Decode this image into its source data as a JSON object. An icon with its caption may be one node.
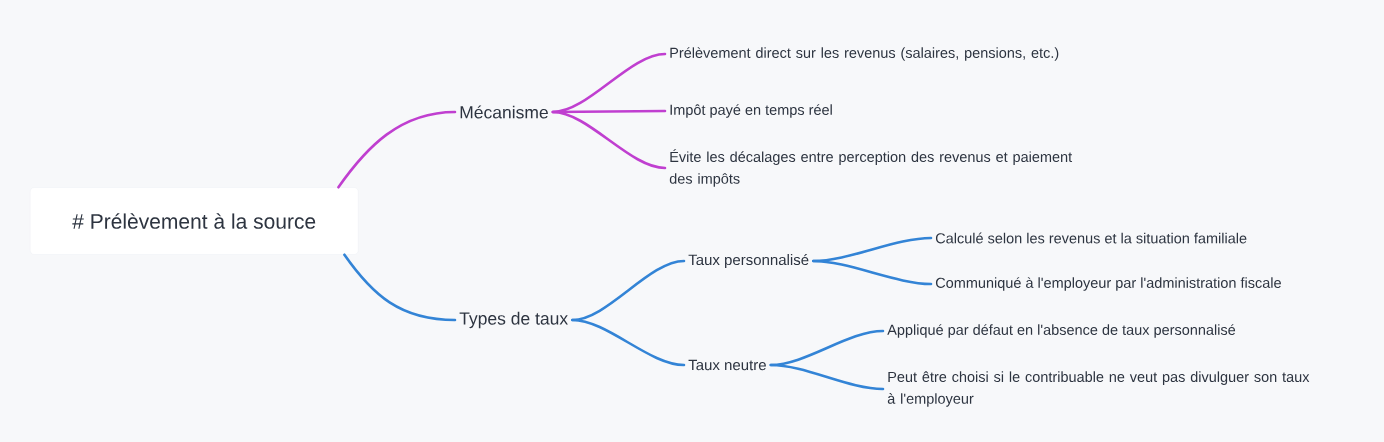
{
  "diagram": {
    "nodes": [
      {
        "text": [
          "# Prélèvement à la source"
        ]
      },
      {
        "text": [
          "Mécanisme"
        ]
      },
      {
        "text": [
          "Prélèvement direct sur les revenus (salaires, pensions, etc.)"
        ]
      },
      {
        "text": [
          "Impôt payé en temps réel"
        ]
      },
      {
        "text": [
          "Évite les décalages entre perception des revenus et paiement des impôts"
        ]
      },
      {
        "text": [
          "Types de taux"
        ]
      },
      {
        "text": [
          "Taux personnalisé"
        ]
      },
      {
        "text": [
          "Calculé selon les revenus et la situation familiale"
        ]
      },
      {
        "text": [
          "Communiqué à l'employeur par l'administration fiscale"
        ]
      },
      {
        "text": [
          "Taux neutre"
        ]
      },
      {
        "text": [
          "Appliqué par défaut en l'absence de taux personnalisé"
        ]
      },
      {
        "text": [
          "Peut être choisi si le contribuable ne veut pas divulguer son taux à l'employeur"
        ]
      }
    ],
    "edges": [
      {
        "from": 0,
        "to": 1,
        "arrow": "none",
        "color": "#c03fd0"
      },
      {
        "from": 1,
        "to": 2,
        "arrow": "none",
        "color": "#c03fd0"
      },
      {
        "from": 1,
        "to": 3,
        "arrow": "none",
        "color": "#c03fd0"
      },
      {
        "from": 1,
        "to": 4,
        "arrow": "none",
        "color": "#c03fd0"
      },
      {
        "from": 0,
        "to": 5,
        "arrow": "none"
      },
      {
        "from": 5,
        "to": 6,
        "arrow": "none"
      },
      {
        "from": 5,
        "to": 9,
        "arrow": "none"
      },
      {
        "from": 6,
        "to": 7,
        "arrow": "none"
      },
      {
        "from": 6,
        "to": 8,
        "arrow": "none"
      },
      {
        "from": 9,
        "to": 10,
        "arrow": "none"
      },
      {
        "from": 9,
        "to": 11,
        "arrow": "none"
      }
    ]
  }
}
